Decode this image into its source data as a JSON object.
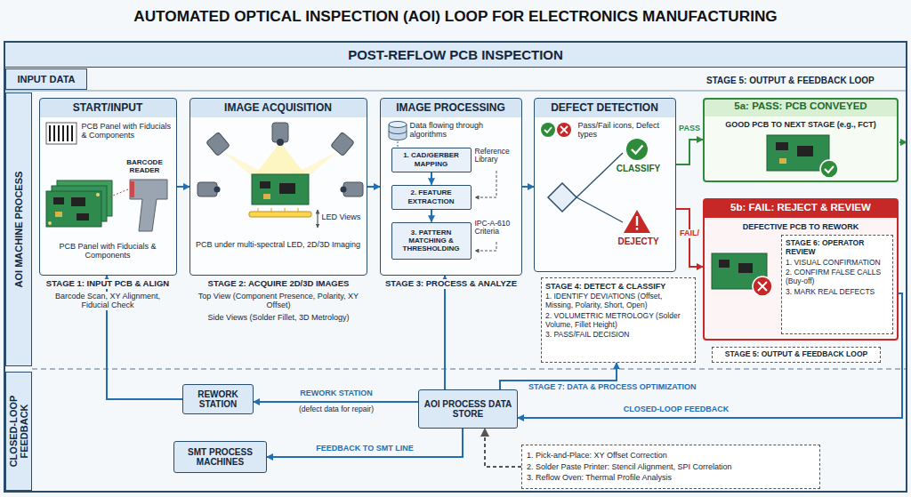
{
  "diagram": {
    "title": "AUTOMATED OPTICAL INSPECTION (AOI) LOOP FOR ELECTRONICS MANUFACTURING",
    "nodes": [
      {
        "text": [
          "POST-REFLOW PCB INSPECTION"
        ]
      },
      {
        "text": [
          "INPUT DATA"
        ],
        "in": 0
      },
      {
        "text": [
          "AOI MACHINE PROCESS"
        ],
        "in": 0
      },
      {
        "text": [
          "CLOSED-LOOP FEEDBACK"
        ],
        "in": 0
      },
      {
        "text": [
          "START/INPUT",
          "PCB Panel with Fiducials & Components",
          "BARCODE READER",
          "PCB Panel with Fiducials & Components"
        ],
        "in": 0
      },
      {
        "text": [
          "IMAGE ACQUISITION",
          "LED Views",
          "PCB under multi-spectral LED, 2D/3D Imaging"
        ],
        "in": 0
      },
      {
        "text": [
          "IMAGE PROCESSING",
          "Data flowing through algorithms",
          "Reference Library",
          "IPC-A-610 Criteria"
        ],
        "in": 0
      },
      {
        "text": [
          "1. CAD/GERBER MAPPING"
        ],
        "in": 6
      },
      {
        "text": [
          "2. FEATURE EXTRACTION"
        ],
        "in": 6
      },
      {
        "text": [
          "3. PATTERN MATCHING & THRESHOLDING"
        ],
        "in": 6
      },
      {
        "text": [
          "DEFECT DETECTION",
          "Pass/Fail icons, Defect types",
          "CLASSIFY",
          "DEJECTY"
        ],
        "in": 0
      },
      {
        "text": [
          "STAGE 4: DETECT & CLASSIFY",
          "1. IDENTIFY DEVIATIONS (Offset, Missing, Polarity, Short, Open)",
          "2. VOLUMETRIC METROLOGY (Solder Volume, Fillet Height)",
          "3. PASS/FAIL DECISION"
        ],
        "in": 0
      },
      {
        "text": [
          "5a: PASS: PCB CONVEYED",
          "GOOD PCB TO NEXT STAGE (e.g., FCT)"
        ],
        "in": 0
      },
      {
        "text": [
          "5b: FAIL: REJECT & REVIEW",
          "DEFECTIVE PCB TO REWORK"
        ],
        "in": 0
      },
      {
        "text": [
          "STAGE 6: OPERATOR REVIEW",
          "1. VISUAL CONFIRMATION",
          "2. CONFIRM FALSE CALLS (Buy-off)",
          "3. MARK REAL DEFECTS"
        ],
        "in": 13
      },
      {
        "text": [
          "STAGE 5: OUTPUT & FEEDBACK LOOP"
        ],
        "in": 0
      },
      {
        "text": [
          "REWORK STATION"
        ],
        "in": 0
      },
      {
        "text": [
          "AOI PROCESS DATA STORE"
        ],
        "in": 0
      },
      {
        "text": [
          "SMT PROCESS MACHINES"
        ],
        "in": 0
      },
      {
        "text": [
          "1. Pick-and-Place: XY Offset Correction",
          "2. Solder Paste Printer: Stencil Alignment, SPI Correlation",
          "3. Reflow Oven: Thermal Profile Analysis"
        ],
        "in": 0
      }
    ],
    "edges": [
      {
        "from": 4,
        "to": 5,
        "arrow": "to"
      },
      {
        "from": 5,
        "to": 6,
        "arrow": "to"
      },
      {
        "from": 6,
        "to": 10,
        "arrow": "to"
      },
      {
        "from": 7,
        "to": 8,
        "arrow": "to"
      },
      {
        "from": 8,
        "to": 9,
        "arrow": "to"
      },
      {
        "from": 10,
        "to": 12,
        "arrow": "to",
        "label": "PASS"
      },
      {
        "from": 10,
        "to": 13,
        "arrow": "to",
        "label": "FAIL/"
      },
      {
        "from": 13,
        "to": 17,
        "arrow": "to",
        "label": "CLOSED-LOOP FEEDBACK"
      },
      {
        "from": 17,
        "to": 16,
        "arrow": "to",
        "label": "REWORK STATION"
      },
      {
        "from": 16,
        "to": 4,
        "arrow": "to"
      },
      {
        "from": 17,
        "to": 18,
        "arrow": "to",
        "label": "FEEDBACK TO SMT LINE"
      },
      {
        "from": 17,
        "to": 11,
        "arrow": "to",
        "label": "STAGE 7: DATA & PROCESS OPTIMIZATION"
      },
      {
        "from": 17,
        "to": 6,
        "arrow": "to"
      },
      {
        "from": 19,
        "to": 17,
        "arrow": "to"
      }
    ],
    "labels": [
      "STAGE 5: OUTPUT & FEEDBACK LOOP",
      "STAGE 1: INPUT PCB & ALIGN",
      "Barcode Scan, XY Alignment, Fiducial Check",
      "STAGE 2: ACQUIRE 2D/3D IMAGES",
      "Top View (Component Presence, Polarity, XY Offset)",
      "Side Views (Solder Fillet, 3D Metrology)",
      "STAGE 3: PROCESS & ANALYZE",
      "(defect data for repair)"
    ]
  }
}
